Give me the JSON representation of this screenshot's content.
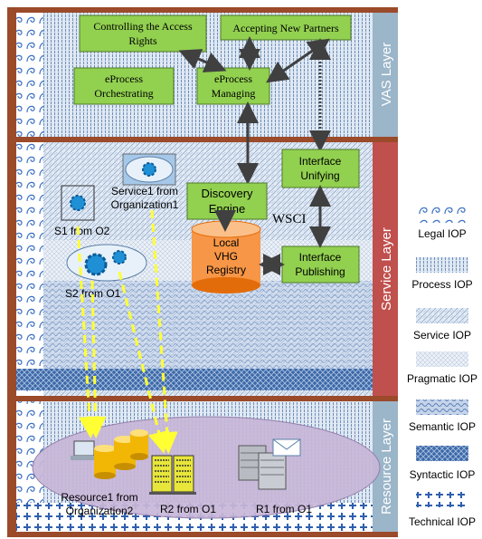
{
  "layers": {
    "vas": "VAS Layer",
    "service": "Service Layer",
    "resource": "Resource Layer"
  },
  "vas_boxes": {
    "controlling": [
      "Controlling the Access",
      "Rights"
    ],
    "accepting": "Accepting New Partners",
    "orchestrating": [
      "eProcess",
      "Orchestrating"
    ],
    "managing": [
      "eProcess",
      "Managing"
    ]
  },
  "service_boxes": {
    "interface_unifying": [
      "Interface",
      "Unifying"
    ],
    "discovery_engine": [
      "Discovery",
      "Engine"
    ],
    "interface_publishing": [
      "Interface",
      "Publishing"
    ],
    "registry": [
      "Local",
      "VHG",
      "Registry"
    ],
    "wsci": "WSCI"
  },
  "services": {
    "service1": [
      "Service1 from",
      "Organization1"
    ],
    "s1": "S1 from O2",
    "s2": "S2 from O1"
  },
  "resources": {
    "resource1": [
      "Resource1 from",
      "Organization2"
    ],
    "r2": "R2 from O1",
    "r1": "R1 from O1"
  },
  "legend": [
    {
      "label": "Legal IOP",
      "pattern": "legal"
    },
    {
      "label": "Process IOP",
      "pattern": "process"
    },
    {
      "label": "Service IOP",
      "pattern": "service"
    },
    {
      "label": "Pragmatic IOP",
      "pattern": "pragmatic"
    },
    {
      "label": "Semantic IOP",
      "pattern": "semantic"
    },
    {
      "label": "Syntactic IOP",
      "pattern": "syntactic"
    },
    {
      "label": "Technical IOP",
      "pattern": "technical"
    }
  ],
  "colors": {
    "frame": "#9b4a2a",
    "box_green": "#92d050",
    "vas_band": "#9bb5c9",
    "service_band": "#c0504d",
    "resource_band": "#9bb5c9",
    "registry": "#f79646",
    "dashed_arrow": "#ffff33",
    "ellipse": "#c8b7d8"
  }
}
